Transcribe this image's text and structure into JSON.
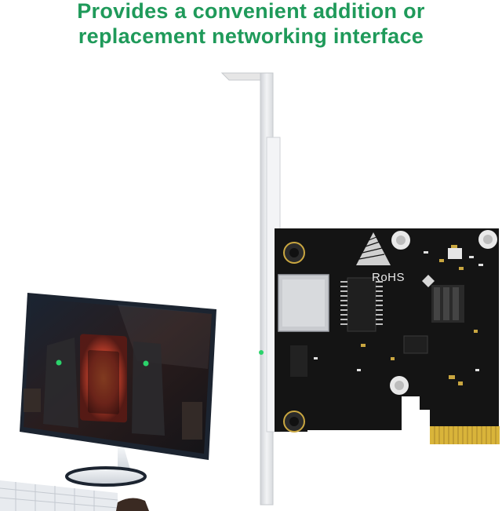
{
  "headline": {
    "line1": "Provides a convenient addition or",
    "line2": "replacement networking interface",
    "color": "#1f9a5a"
  },
  "card": {
    "marking": "RoHS",
    "pcb_color": "#141414",
    "bracket_color": "#e6e6e6",
    "gold_finger_color": "#d9b43a",
    "led_color": "#2bd36b"
  },
  "monitor": {
    "bezel_color": "#1c2430",
    "screen_glow_color": "#c8402a"
  }
}
